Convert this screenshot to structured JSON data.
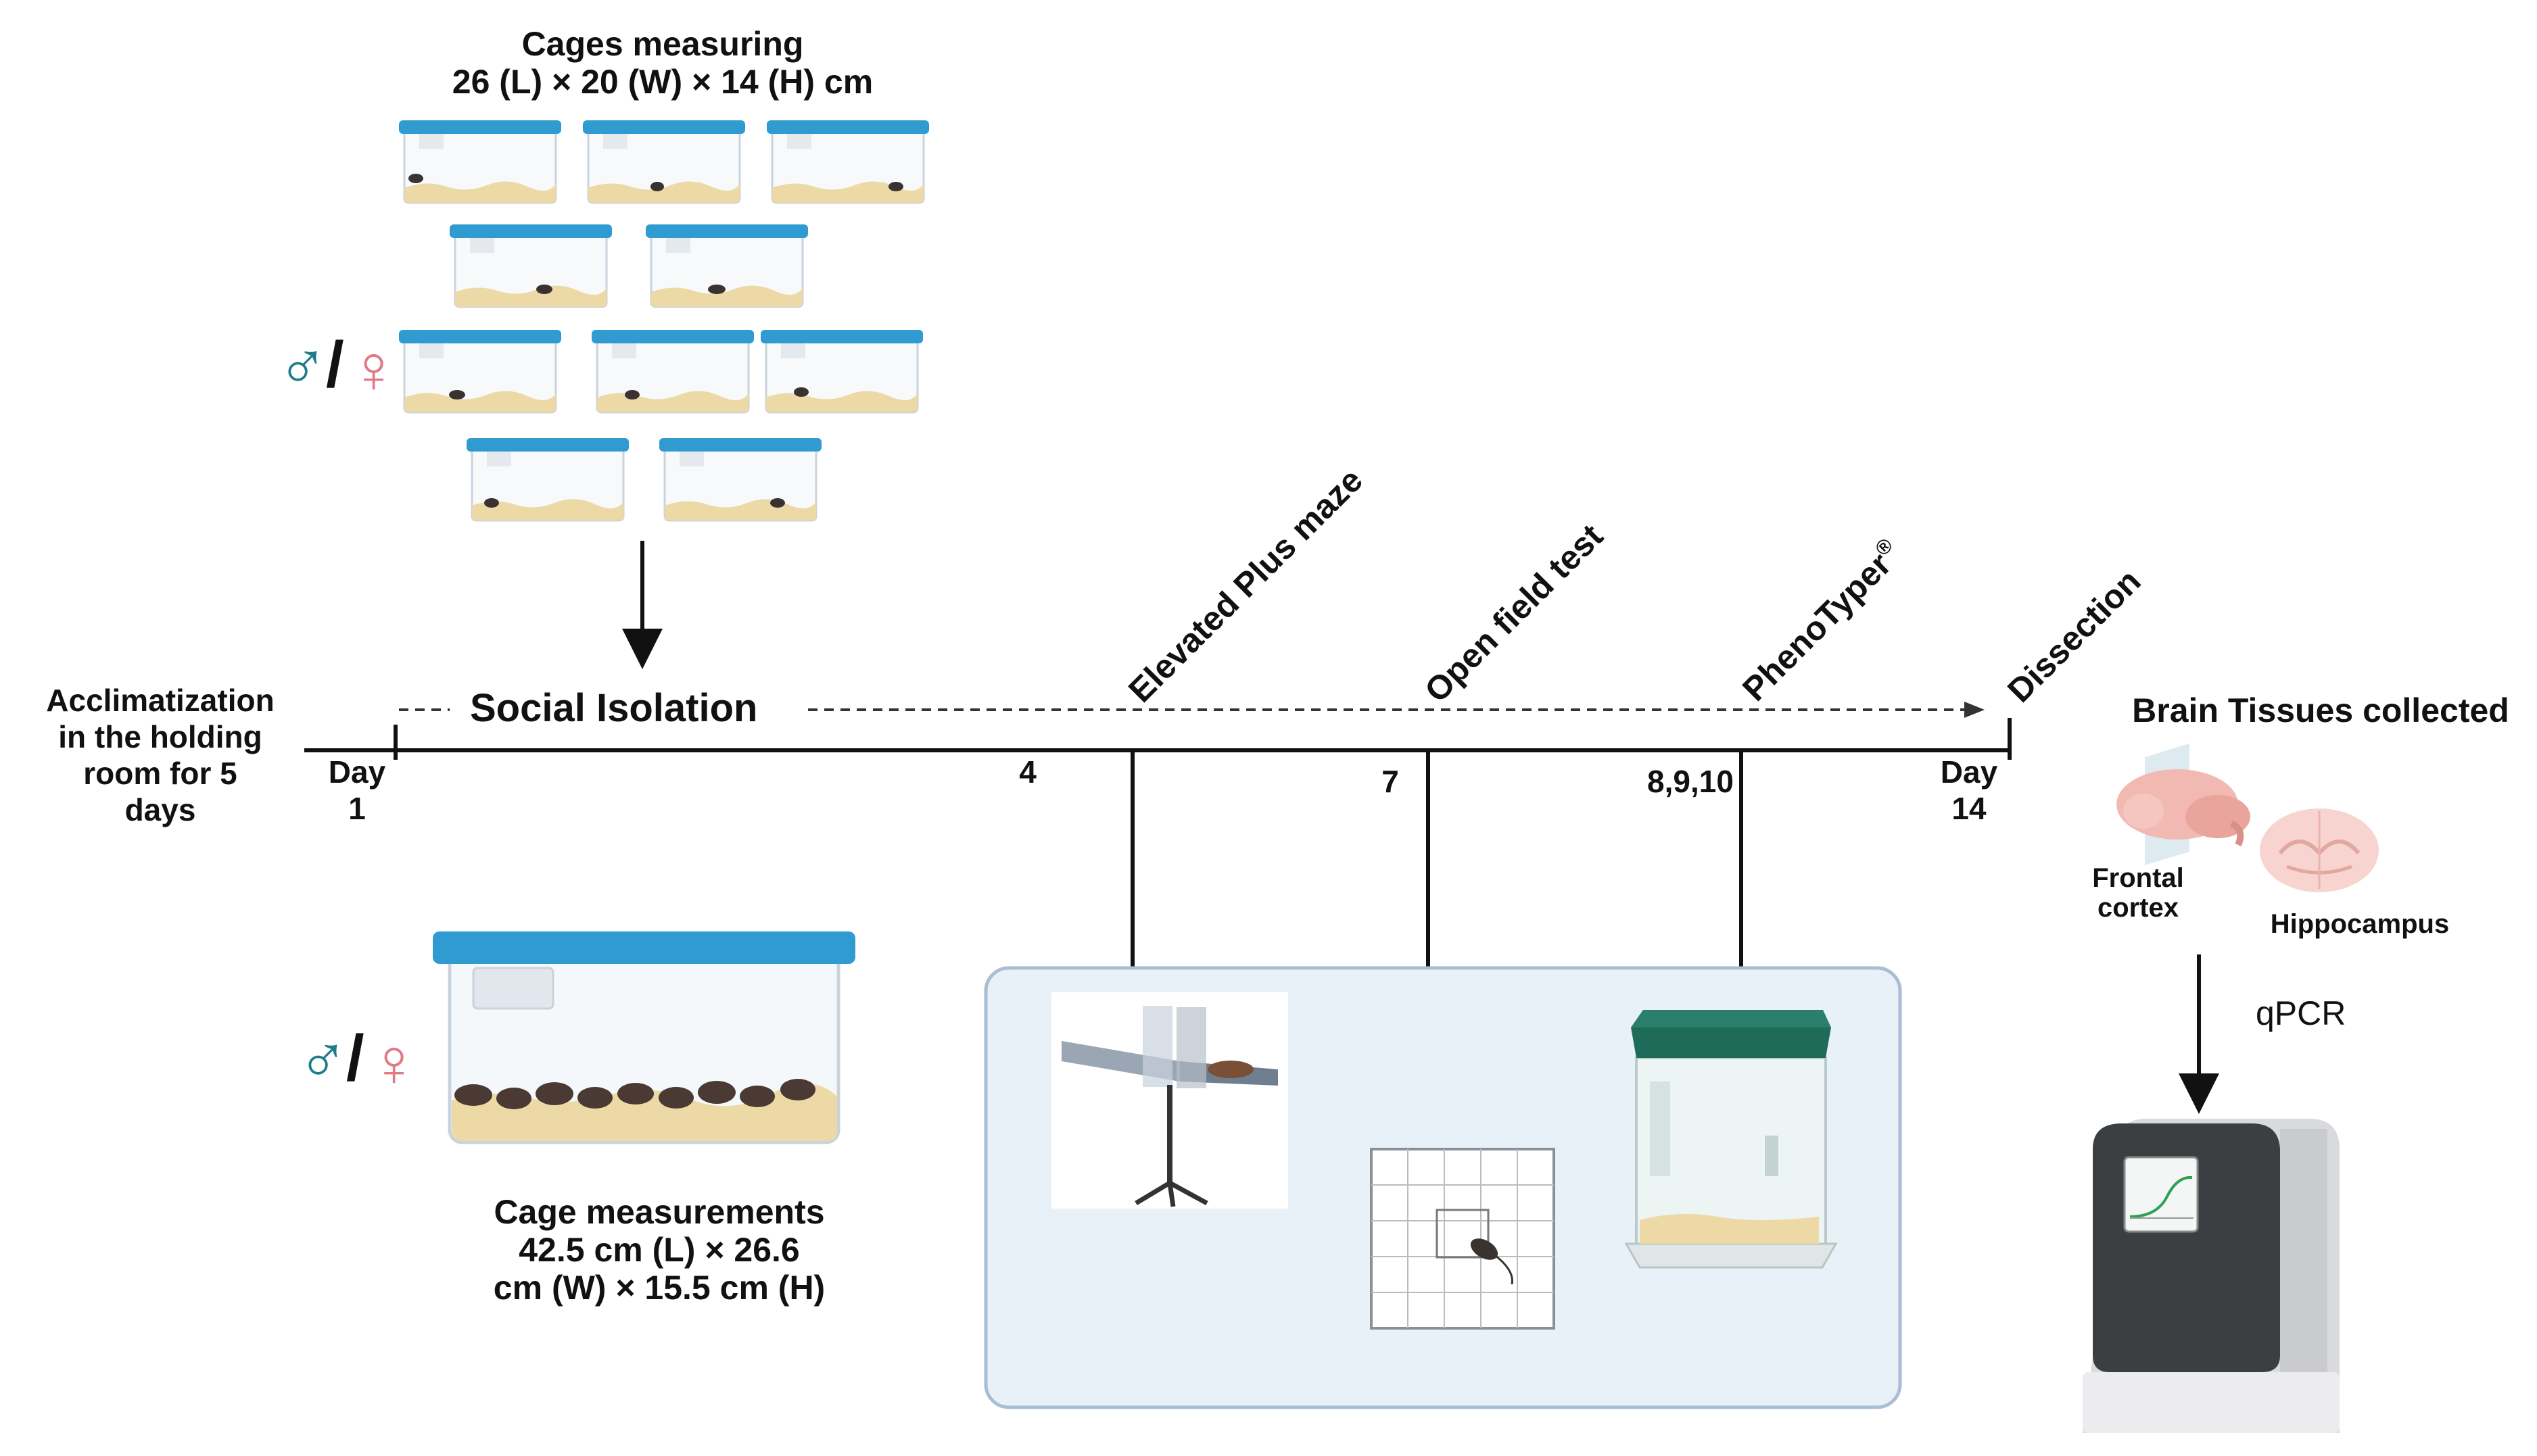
{
  "top_cages": {
    "caption_line1": "Cages measuring",
    "caption_line2": "26 (L) × 20 (W) × 14 (H) cm"
  },
  "sex_symbols": {
    "male": "♂",
    "separator": "/",
    "female": "♀"
  },
  "acclimatization": {
    "line1": "Acclimatization",
    "line2": "in the holding",
    "line3": "room for 5",
    "line4": "days"
  },
  "timeline": {
    "isolation_label": "Social Isolation",
    "start_day_word": "Day",
    "start_day_num": "1",
    "end_day_word": "Day",
    "end_day_num": "14",
    "tick_epm": "4",
    "tick_oft": "7",
    "tick_pheno": "8,9,10"
  },
  "tests": {
    "epm": "Elevated Plus maze",
    "oft": "Open field test",
    "pheno": "PhenoTyper",
    "pheno_mark": "®",
    "dissection": "Dissection"
  },
  "group_cage": {
    "line1": "Cage measurements",
    "line2": "42.5 cm (L) × 26.6",
    "line3": "cm (W) × 15.5 cm (H)"
  },
  "brain": {
    "title": "Brain Tissues collected",
    "frontal_line1": "Frontal",
    "frontal_line2": "cortex",
    "hippocampus": "Hippocampus",
    "assay": "qPCR"
  },
  "colors": {
    "lid": "#2f9bd0",
    "bedding": "#ecd9a6",
    "male": "#1e7c8c",
    "female": "#e07a86",
    "panel_bg": "#e8f0f8",
    "panel_border": "#a9bdd3",
    "phenotyper_lid": "#1f6b5a"
  }
}
